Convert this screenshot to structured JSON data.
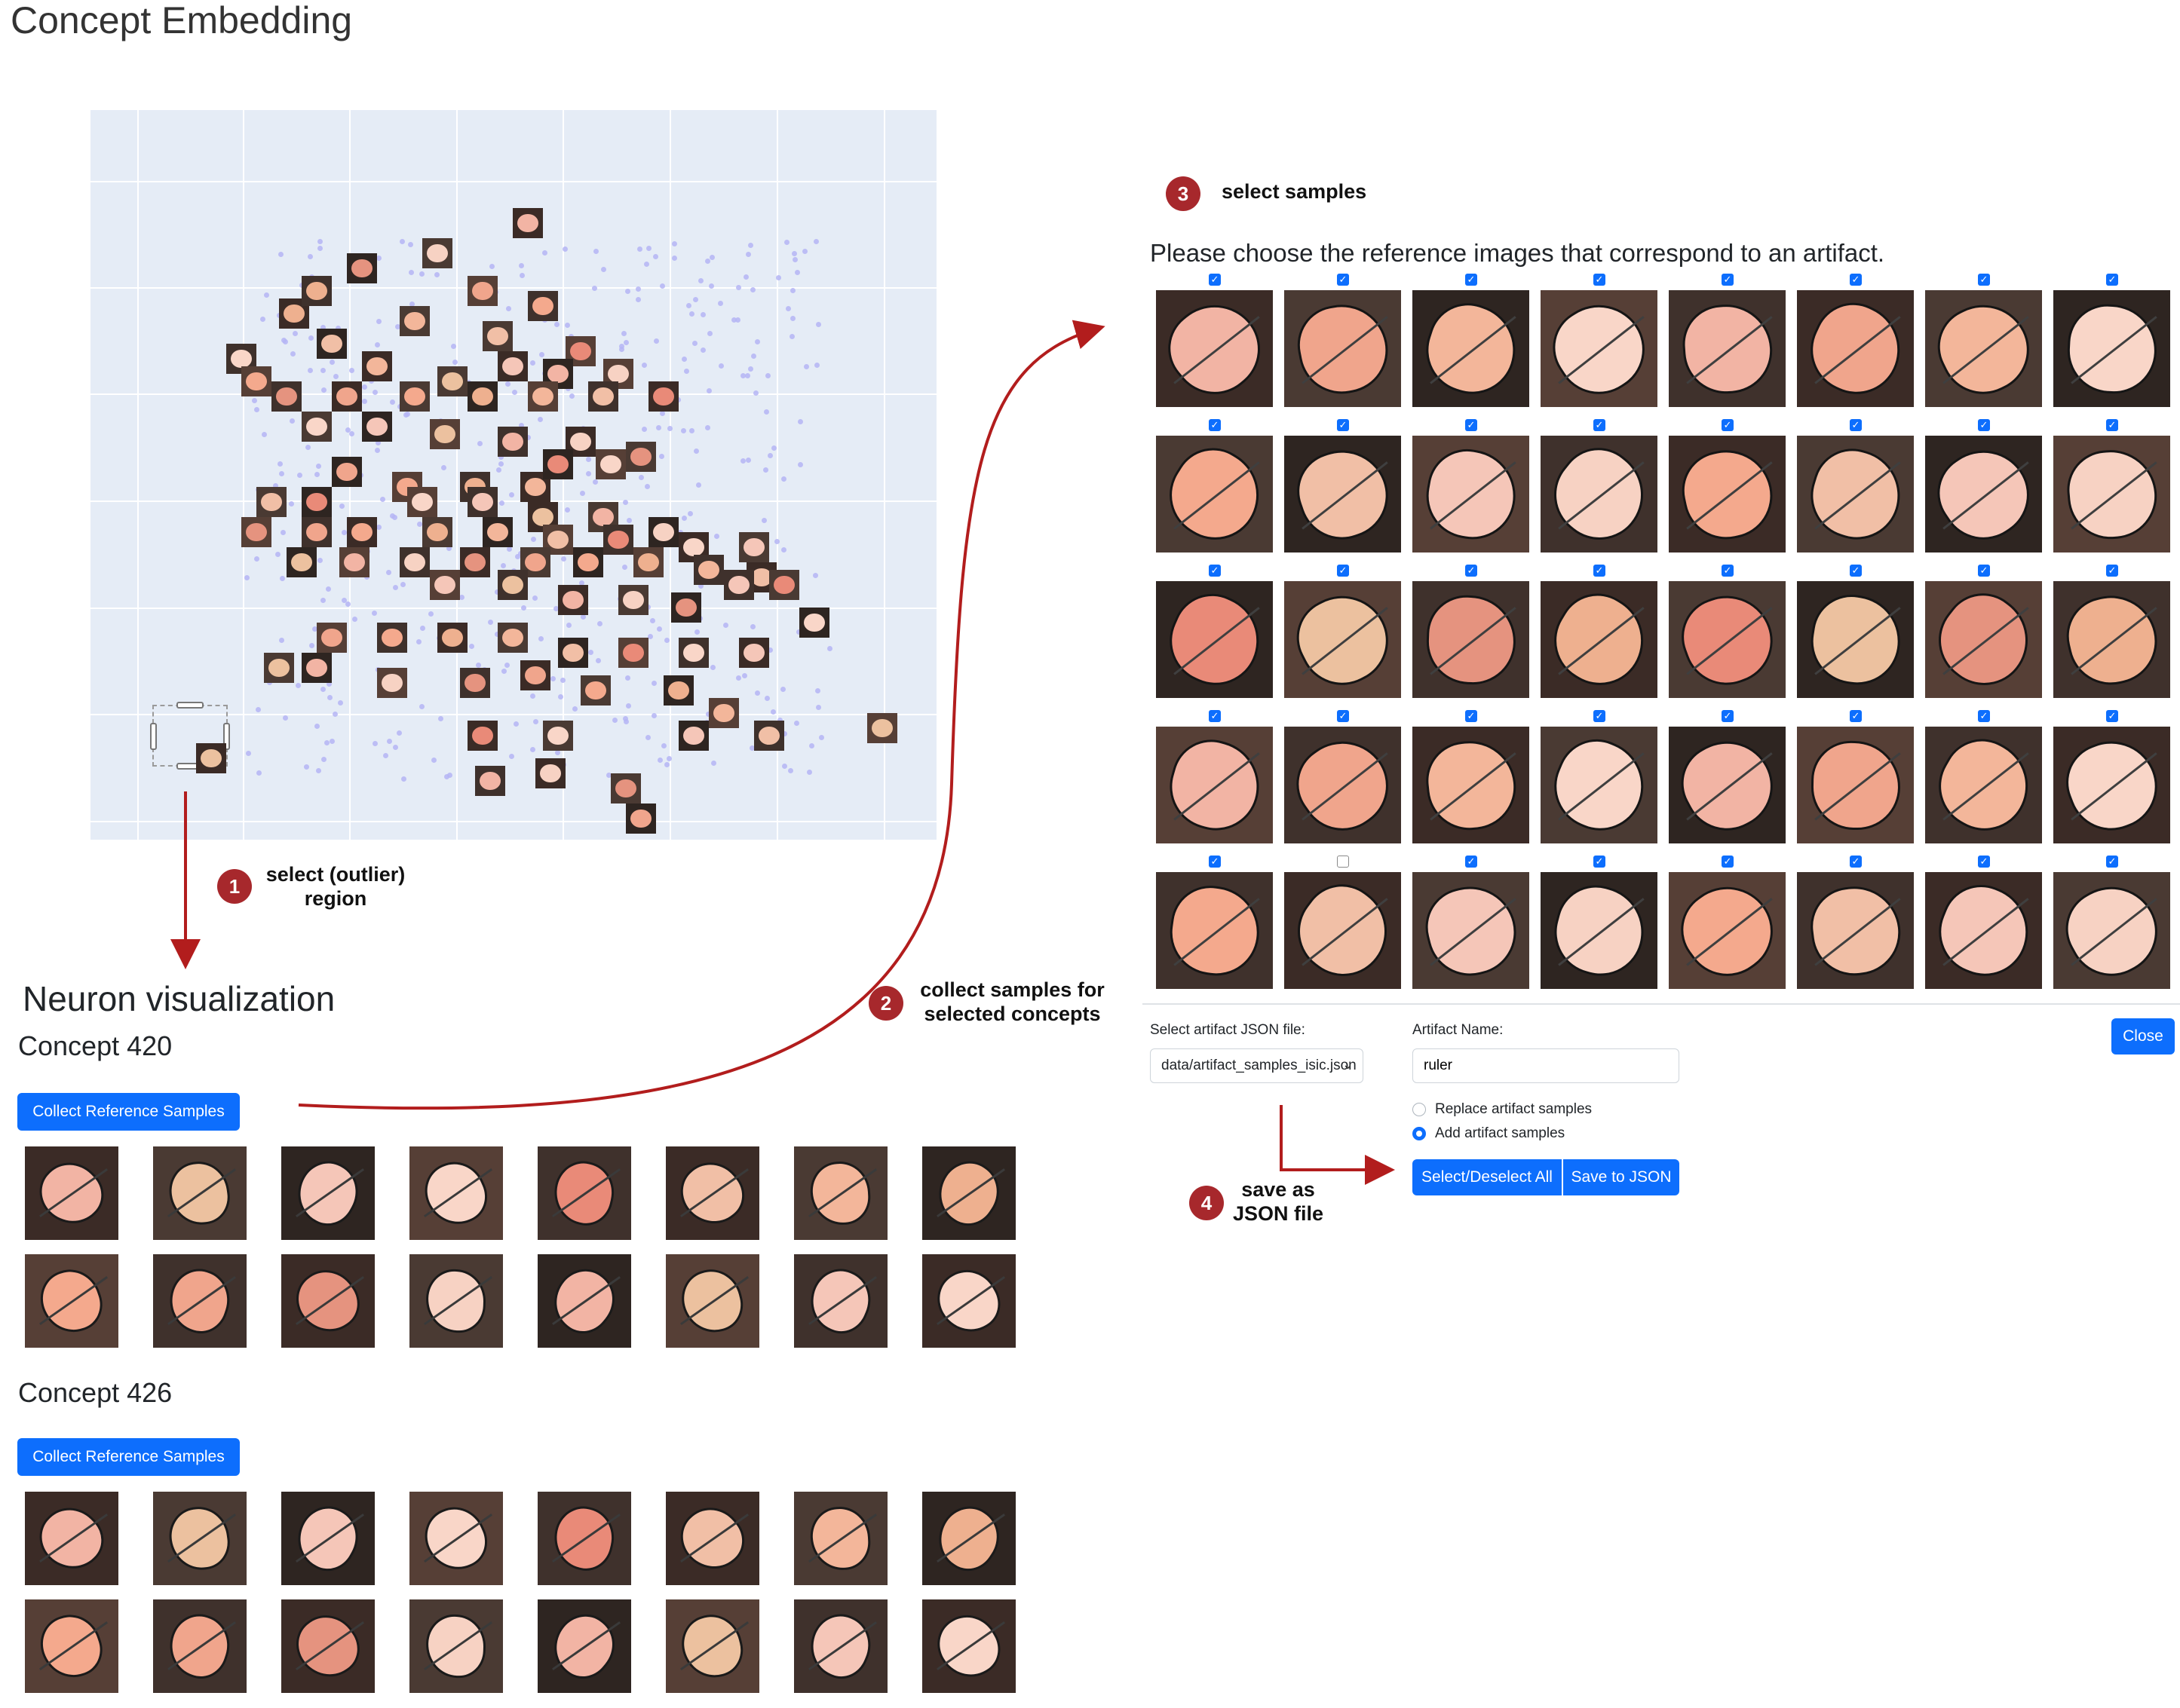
{
  "page_title": "Concept Embedding",
  "steps": {
    "step1": {
      "number": "1",
      "line1": "select (outlier)",
      "line2": "region"
    },
    "step2": {
      "number": "2",
      "line1": "collect samples for",
      "line2": "selected concepts"
    },
    "step3": {
      "number": "3",
      "text": "select samples"
    },
    "step4": {
      "number": "4",
      "line1": "save as",
      "line2": "JSON file"
    }
  },
  "neuron": {
    "heading": "Neuron visualization",
    "concepts": [
      {
        "title": "Concept 420",
        "button": "Collect Reference Samples"
      },
      {
        "title": "Concept 426",
        "button": "Collect Reference Samples"
      }
    ]
  },
  "selection": {
    "prompt": "Please choose the reference images that correspond to an artifact.",
    "checked": [
      [
        true,
        true,
        true,
        true,
        true,
        true,
        true,
        true
      ],
      [
        true,
        true,
        true,
        true,
        true,
        true,
        true,
        true
      ],
      [
        true,
        true,
        true,
        true,
        true,
        true,
        true,
        true
      ],
      [
        true,
        true,
        true,
        true,
        true,
        true,
        true,
        true
      ],
      [
        true,
        false,
        true,
        true,
        true,
        true,
        true,
        true
      ]
    ]
  },
  "form": {
    "file_label": "Select artifact JSON file:",
    "file_value": "data/artifact_samples_isic.json",
    "name_label": "Artifact Name:",
    "name_value": "ruler",
    "close_button": "Close",
    "radio_replace": "Replace artifact samples",
    "radio_add": "Add artifact samples",
    "radio_selected": "add",
    "select_all_button": "Select/Deselect All",
    "save_button": "Save to JSON"
  },
  "colors": {
    "accent": "#0d6efd",
    "badge": "#a7282c",
    "arrow": "#b21d1d",
    "plot_bg": "#e5ecf6"
  }
}
